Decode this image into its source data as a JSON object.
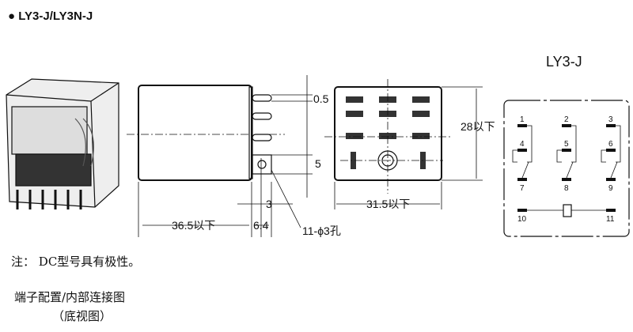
{
  "header": {
    "bullet": "●",
    "title": "LY3-J/LY3N-J"
  },
  "dimensions": {
    "pin_width": "0.5",
    "pin_pitch": "5",
    "tab": "3",
    "overall_length": "36.5以下",
    "tab_length": "6.4",
    "holes": "11-ϕ3孔",
    "height": "28以下",
    "width": "31.5以下"
  },
  "schematic": {
    "title": "LY3-J",
    "pins": [
      "1",
      "2",
      "3",
      "4",
      "5",
      "6",
      "7",
      "8",
      "9",
      "10",
      "11"
    ]
  },
  "note": {
    "label": "注：",
    "text": "DC型号具有极性。"
  },
  "caption": {
    "line1": "端子配置/内部连接图",
    "line2": "（底视图）"
  }
}
